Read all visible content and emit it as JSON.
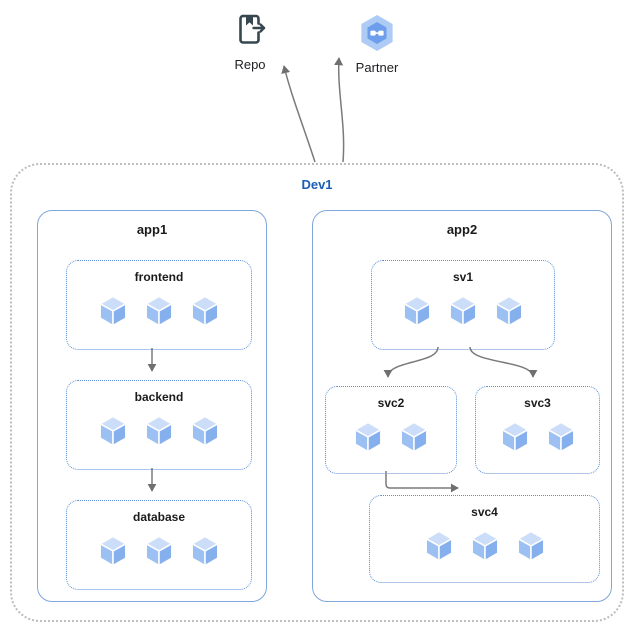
{
  "diagram": {
    "external_nodes": [
      {
        "label": "Repo",
        "icon": "repo-icon"
      },
      {
        "label": "Partner",
        "icon": "partner-hexagon-icon"
      }
    ],
    "dev_boundary": {
      "label": "Dev1"
    },
    "apps": [
      {
        "label": "app1",
        "groups": [
          {
            "label": "frontend",
            "pods": 3
          },
          {
            "label": "backend",
            "pods": 3
          },
          {
            "label": "database",
            "pods": 3
          }
        ]
      },
      {
        "label": "app2",
        "groups": [
          {
            "label": "sv1",
            "pods": 3
          },
          {
            "label": "svc2",
            "pods": 2
          },
          {
            "label": "svc3",
            "pods": 2
          },
          {
            "label": "svc4",
            "pods": 3
          }
        ]
      }
    ],
    "connections": [
      {
        "from": "Dev1",
        "to": "Repo"
      },
      {
        "from": "Dev1",
        "to": "Partner"
      },
      {
        "from": "frontend",
        "to": "backend"
      },
      {
        "from": "backend",
        "to": "database"
      },
      {
        "from": "sv1",
        "to": "svc2"
      },
      {
        "from": "sv1",
        "to": "svc3"
      },
      {
        "from": "svc2",
        "to": "svc4"
      }
    ],
    "colors": {
      "dev_label_blue": "#1a5fb4",
      "app_border_blue": "#7fa7db",
      "group_border_blue": "#5b8dd9",
      "boundary_gray": "#bdbdbd",
      "arrow_gray": "#757575",
      "pod_top": "#cbddf8",
      "pod_left": "#9cc0f1",
      "pod_right": "#85b0ed",
      "repo_icon_dark": "#37474f",
      "partner_hex_light": "#aecbf5",
      "partner_hex_mid": "#6d9eeb"
    }
  }
}
